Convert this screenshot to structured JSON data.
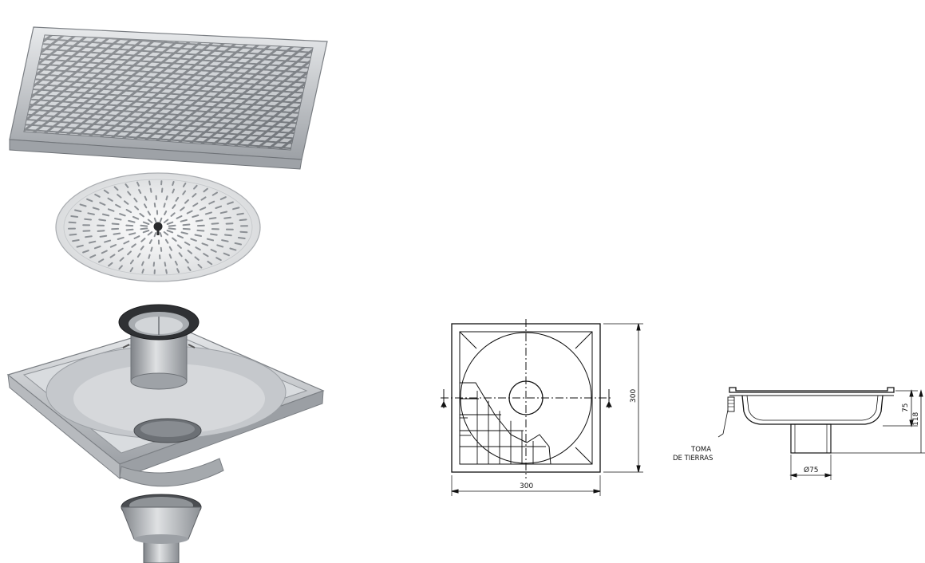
{
  "illustrations": {
    "grating_icon": "square-steel-grating",
    "strainer_icon": "perforated-round-strainer",
    "body_icon": "square-drain-body-with-outlet-and-siphon",
    "outlet_icon": "outlet-spigot"
  },
  "plan_view": {
    "width_label": "300",
    "height_label": "300"
  },
  "section_view": {
    "ground_label_line1": "TOMA",
    "ground_label_line2": "DE TIERRAS",
    "diameter_label": "Ø75",
    "depth_label": "75",
    "total_height_label": "118"
  },
  "colors": {
    "steel_light": "#e2e4e6",
    "steel_mid": "#b9bcc0",
    "steel_dark": "#6c7075",
    "drawing_line": "#111111"
  }
}
